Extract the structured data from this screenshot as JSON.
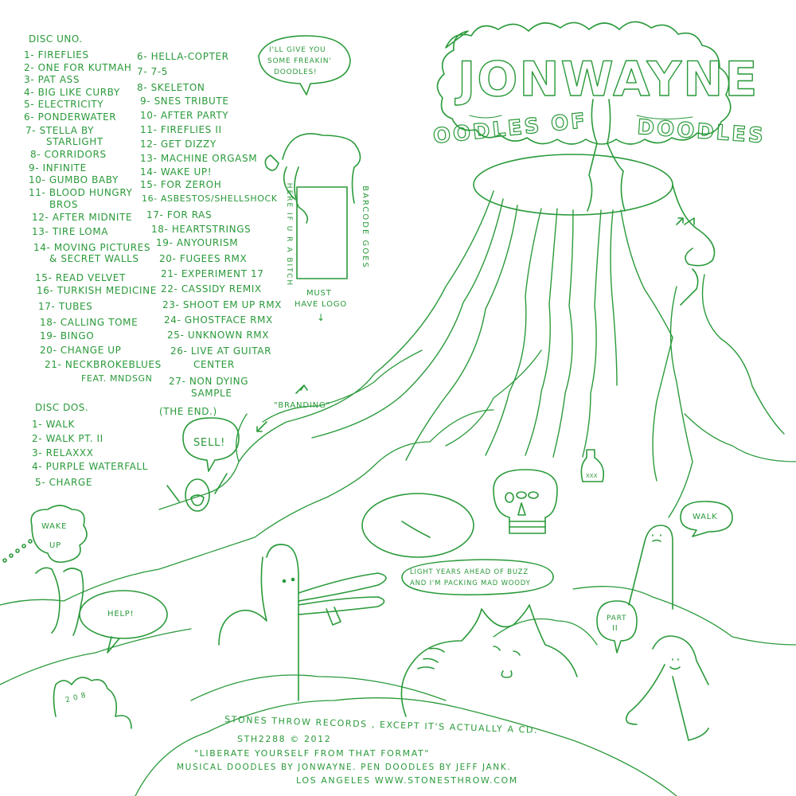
{
  "colors": {
    "ink": "#2a9a3a",
    "paper": "#ffffff"
  },
  "title": {
    "artist": "JONWAYNE",
    "album": "OODLES OF DOODLES"
  },
  "disc_uno": {
    "heading": "DISC UNO.",
    "tracks": [
      "1- FIREFLIES",
      "2- ONE FOR KUTMAH",
      "3- PAT ASS",
      "4- BIG LIKE CURBY",
      "5- ELECTRICITY",
      "6- PONDERWATER",
      "7- STELLA BY",
      "STARLIGHT",
      "8- CORRIDORS",
      "9- INFINITE",
      "10- GUMBO BABY",
      "11- BLOOD HUNGRY",
      "BROS",
      "12- AFTER MIDNITE",
      "13- TIRE LOMA",
      "14- MOVING PICTURES",
      "& SECRET WALLS",
      "15- READ VELVET",
      "16- TURKISH MEDICINE",
      "17- TUBES",
      "18- CALLING TOME",
      "19- BINGO",
      "20- CHANGE UP",
      "21- NECKBROKEBLUES",
      "FEAT. MNDSGN"
    ],
    "tracks_col2": [
      "6- HELLA-COPTER",
      "7- 7-5",
      "8- SKELETON",
      "9- SNES TRIBUTE",
      "10- AFTER PARTY",
      "11- FIREFLIES II",
      "12- GET DIZZY",
      "13- MACHINE ORGASM",
      "14- WAKE UP!",
      "15- FOR ZEROH",
      "16- ASBESTOS/SHELLSHOCK",
      "17- FOR RAS",
      "18- HEARTSTRINGS",
      "19- ANYOURISM",
      "20- FUGEES RMX",
      "21- EXPERIMENT 17",
      "22- CASSIDY REMIX",
      "23- SHOOT EM UP RMX",
      "24- GHOSTFACE RMX",
      "25- UNKNOWN RMX",
      "26- LIVE AT GUITAR",
      "CENTER",
      "27- NON DYING",
      "SAMPLE"
    ],
    "end": "(THE END.)"
  },
  "disc_dos": {
    "heading": "DISC DOS.",
    "tracks": [
      "1- WALK",
      "2- WALK PT. II",
      "3- RELAXXX",
      "4- PURPLE WATERFALL",
      "5- CHARGE"
    ]
  },
  "bubbles": {
    "doodles": [
      "I'LL GIVE YOU",
      "SOME FREAKIN'",
      "DOODLES!"
    ],
    "sell": "SELL!",
    "branding": "\"BRANDING\"",
    "wake_up": [
      "WAKE",
      "UP"
    ],
    "help": "HELP!",
    "buzz": [
      "LIGHT YEARS AHEAD OF BUZZ",
      "AND I'M PACKING MAD WOODY"
    ],
    "walk": "WALK",
    "part": [
      "PART",
      "II"
    ]
  },
  "barcode": {
    "left": "HERE IF U R A BITCH",
    "right": "BARCODE GOES",
    "note": [
      "MUST",
      "HAVE LOGO"
    ],
    "arrow": "↓"
  },
  "bottle_label": "XXX",
  "hand_digits": "2 0 8",
  "credits": {
    "line1": "STONES THROW RECORDS , EXCEPT IT'S ACTUALLY A CD.",
    "line2": "STH2288 © 2012",
    "line3": "\"LIBERATE YOURSELF FROM THAT FORMAT\"",
    "line4": "MUSICAL DOODLES BY JONWAYNE.  PEN DOODLES BY JEFF JANK.",
    "line5": "LOS ANGELES   WWW.STONESTHROW.COM"
  }
}
